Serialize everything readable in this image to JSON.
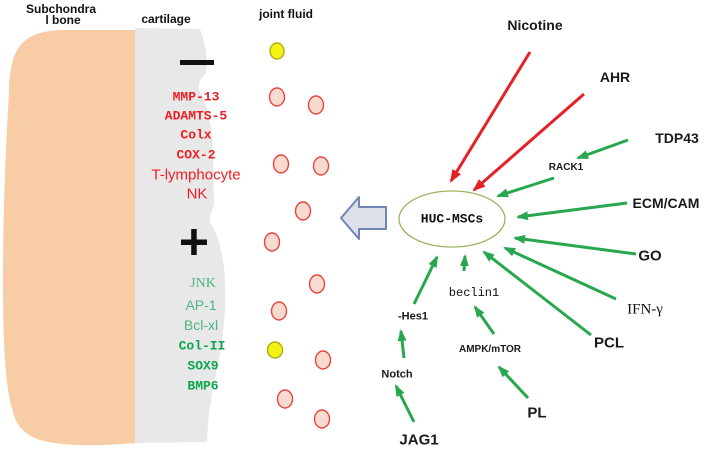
{
  "figure_type": "biology-pathway-diagram",
  "header": {
    "bone_label_line1": "Subchondra",
    "bone_label_line2": "l bone",
    "cartilage_label": "cartilage",
    "joint_fluid_label": "joint fluid"
  },
  "cartilage_panel": {
    "suppressed_sign": "-",
    "promoted_sign": "+",
    "suppressed_items": [
      "MMP-13",
      "ADAMTS-5",
      "Colx",
      "COX-2",
      "T-lymphocyte",
      "NK"
    ],
    "promoted_items": [
      "JNK",
      "AP-1",
      "Bcl-xl",
      "Col-II",
      "SOX9",
      "BMP6"
    ]
  },
  "center_cell": {
    "label": "HUC-MSCs"
  },
  "factors": {
    "nicotine": "Nicotine",
    "ahr": "AHR",
    "tdp43": "TDP43",
    "rack1": "RACK1",
    "ecm_cam": "ECM/CAM",
    "go": "GO",
    "ifn_gamma": "IFN-γ",
    "pcl": "PCL",
    "pl": "PL",
    "jag1": "JAG1"
  },
  "pathways": {
    "notch": "Notch",
    "hes1": "-Hes1",
    "ampk_mtor": "AMPK/mTOR",
    "beclin1": "beclin1"
  },
  "joint_fluid_cells": {
    "pink_cell_count": 11,
    "yellow_cell_count": 2
  },
  "colors": {
    "inhibit_arrow_red": "#e32226",
    "promote_arrow_green": "#28a74e",
    "red_gene_text": "#ed2024",
    "light_green_gene_text": "#4db581",
    "bright_green_gene_text": "#0aa64f",
    "bone_fill": "#f8cda5",
    "cartilage_fill": "#e8e8e8",
    "cell_pink_fill": "#f8dbd0",
    "cell_pink_stroke": "#e9453f",
    "cell_yellow_fill": "#f4f115",
    "cell_yellow_stroke": "#b0ae12",
    "block_arrow_fill": "#dde1e9",
    "block_arrow_stroke": "#7186b4",
    "huc_ellipse_stroke": "#9ab45c"
  }
}
